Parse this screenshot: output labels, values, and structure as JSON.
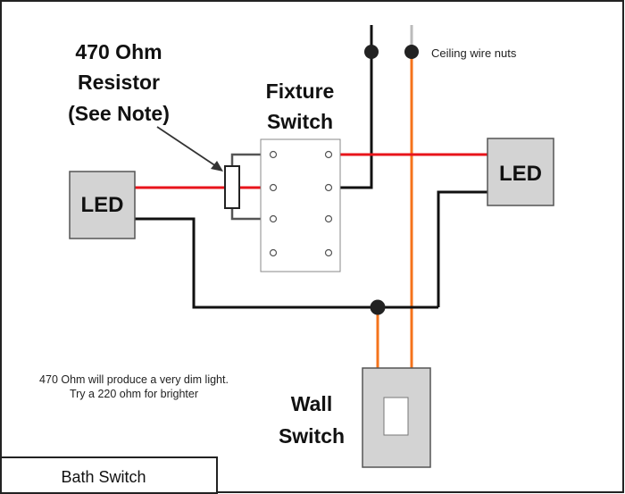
{
  "resistor_label": {
    "line1": "470 Ohm",
    "line2": "Resistor",
    "line3": "(See Note)"
  },
  "fixture_switch_label": {
    "line1": "Fixture",
    "line2": "Switch"
  },
  "led_left": {
    "label": "LED"
  },
  "led_right": {
    "label": "LED"
  },
  "ceiling_label": "Ceiling wire nuts",
  "wall_switch_label": {
    "line1": "Wall",
    "line2": "Switch"
  },
  "note": {
    "line1": "470 Ohm will produce a very dim light.",
    "line2": "Try a 220 ohm for brighter"
  },
  "footer_title": "Bath Switch",
  "colors": {
    "black_wire": "#111111",
    "red_wire": "#e8141b",
    "orange_wire": "#f5731b",
    "gray_wire": "#bbbbbb",
    "component_fill": "#d3d3d3",
    "component_stroke": "#555555"
  }
}
